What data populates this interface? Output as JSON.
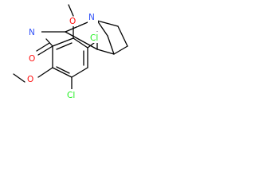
{
  "diagram": {
    "type": "chemical-structure",
    "colors": {
      "bond": "#000000",
      "nitrogen": "#3050F8",
      "oxygen": "#FF0D0D",
      "chlorine": "#1FF01F",
      "background": "#ffffff"
    },
    "labels": {
      "amide_nh": "N",
      "amide_o": "O",
      "ome_top": "O",
      "ome_bottom": "O",
      "cl_top": "Cl",
      "cl_bottom": "Cl",
      "quinuclidine_n": "N"
    }
  }
}
